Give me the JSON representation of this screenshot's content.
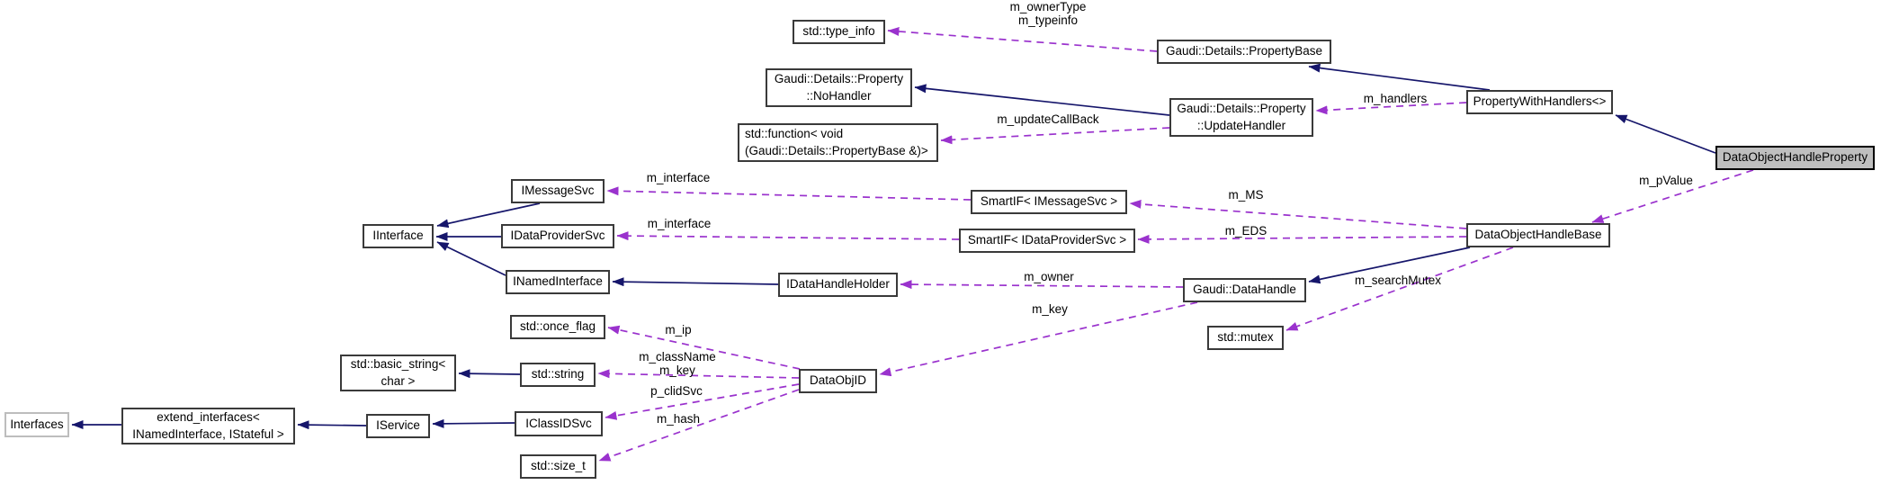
{
  "diagram": {
    "type": "doxygen-collaboration-graph",
    "current_class": "DataObjectHandleProperty",
    "colors": {
      "inheritance": "#16166b",
      "usage": "#9a32cd",
      "node-border": "#3a3a3a",
      "current-fill": "#bfbfbf",
      "truncated-border": "#bdbdbd",
      "background": "#ffffff",
      "text": "#000000"
    },
    "nodes": [
      {
        "label": "std::type_info",
        "kind": "external"
      },
      {
        "label": "Gaudi::Details::PropertyBase",
        "kind": "class"
      },
      {
        "label": "Gaudi::Details::Property\n::NoHandler",
        "kind": "class"
      },
      {
        "label": "PropertyWithHandlers<>",
        "kind": "class"
      },
      {
        "label": "Gaudi::Details::Property\n::UpdateHandler",
        "kind": "class"
      },
      {
        "label": "std::function< void\n(Gaudi::Details::PropertyBase &)>",
        "kind": "external"
      },
      {
        "label": "DataObjectHandleProperty",
        "kind": "current"
      },
      {
        "label": "IMessageSvc",
        "kind": "class"
      },
      {
        "label": "SmartIF< IMessageSvc >",
        "kind": "class"
      },
      {
        "label": "IInterface",
        "kind": "class"
      },
      {
        "label": "IDataProviderSvc",
        "kind": "class"
      },
      {
        "label": "SmartIF< IDataProviderSvc >",
        "kind": "class"
      },
      {
        "label": "DataObjectHandleBase",
        "kind": "class"
      },
      {
        "label": "INamedInterface",
        "kind": "class"
      },
      {
        "label": "IDataHandleHolder",
        "kind": "class"
      },
      {
        "label": "Gaudi::DataHandle",
        "kind": "class"
      },
      {
        "label": "std::mutex",
        "kind": "external"
      },
      {
        "label": "std::once_flag",
        "kind": "external"
      },
      {
        "label": "std::basic_string<\nchar >",
        "kind": "external"
      },
      {
        "label": "std::string",
        "kind": "external"
      },
      {
        "label": "DataObjID",
        "kind": "class"
      },
      {
        "label": "Interfaces",
        "kind": "truncated"
      },
      {
        "label": "extend_interfaces<\nINamedInterface, IStateful >",
        "kind": "class"
      },
      {
        "label": "IService",
        "kind": "class"
      },
      {
        "label": "IClassIDSvc",
        "kind": "class"
      },
      {
        "label": "std::size_t",
        "kind": "external"
      }
    ],
    "edges": [
      {
        "from": "Gaudi::Details::PropertyBase",
        "to": "std::type_info",
        "type": "usage",
        "label": "m_ownerType\nm_typeinfo"
      },
      {
        "from": "PropertyWithHandlers<>",
        "to": "Gaudi::Details::Property::UpdateHandler",
        "type": "usage",
        "label": "m_handlers"
      },
      {
        "from": "Gaudi::Details::Property::UpdateHandler",
        "to": "std::function< void(Gaudi::Details::PropertyBase &)>",
        "type": "usage",
        "label": "m_updateCallBack"
      },
      {
        "from": "SmartIF< IMessageSvc >",
        "to": "IMessageSvc",
        "type": "usage",
        "label": "m_interface"
      },
      {
        "from": "SmartIF< IDataProviderSvc >",
        "to": "IDataProviderSvc",
        "type": "usage",
        "label": "m_interface"
      },
      {
        "from": "DataObjectHandleBase",
        "to": "SmartIF< IMessageSvc >",
        "type": "usage",
        "label": "m_MS"
      },
      {
        "from": "DataObjectHandleBase",
        "to": "SmartIF< IDataProviderSvc >",
        "type": "usage",
        "label": "m_EDS"
      },
      {
        "from": "DataObjectHandleProperty",
        "to": "DataObjectHandleBase",
        "type": "usage",
        "label": "m_pValue"
      },
      {
        "from": "DataObjectHandleBase",
        "to": "std::mutex",
        "type": "usage",
        "label": "m_searchMutex"
      },
      {
        "from": "Gaudi::DataHandle",
        "to": "IDataHandleHolder",
        "type": "usage",
        "label": "m_owner"
      },
      {
        "from": "Gaudi::DataHandle",
        "to": "DataObjID",
        "type": "usage",
        "label": "m_key"
      },
      {
        "from": "DataObjID",
        "to": "std::once_flag",
        "type": "usage",
        "label": "m_ip"
      },
      {
        "from": "DataObjID",
        "to": "std::string",
        "type": "usage",
        "label": "m_className\nm_key"
      },
      {
        "from": "DataObjID",
        "to": "IClassIDSvc",
        "type": "usage",
        "label": "p_clidSvc"
      },
      {
        "from": "DataObjID",
        "to": "std::size_t",
        "type": "usage",
        "label": "m_hash"
      },
      {
        "from": "PropertyWithHandlers<>",
        "to": "Gaudi::Details::PropertyBase",
        "type": "inheritance",
        "label": ""
      },
      {
        "from": "DataObjectHandleProperty",
        "to": "PropertyWithHandlers<>",
        "type": "inheritance",
        "label": ""
      },
      {
        "from": "Gaudi::Details::Property::UpdateHandler",
        "to": "Gaudi::Details::Property::NoHandler",
        "type": "inheritance",
        "label": ""
      },
      {
        "from": "IMessageSvc",
        "to": "IInterface",
        "type": "inheritance",
        "label": ""
      },
      {
        "from": "IDataProviderSvc",
        "to": "IInterface",
        "type": "inheritance",
        "label": ""
      },
      {
        "from": "INamedInterface",
        "to": "IInterface",
        "type": "inheritance",
        "label": ""
      },
      {
        "from": "IDataHandleHolder",
        "to": "INamedInterface",
        "type": "inheritance",
        "label": ""
      },
      {
        "from": "DataObjectHandleBase",
        "to": "Gaudi::DataHandle",
        "type": "inheritance",
        "label": ""
      },
      {
        "from": "extend_interfaces< INamedInterface, IStateful >",
        "to": "Interfaces",
        "type": "inheritance",
        "label": ""
      },
      {
        "from": "IService",
        "to": "extend_interfaces< INamedInterface, IStateful >",
        "type": "inheritance",
        "label": ""
      },
      {
        "from": "IClassIDSvc",
        "to": "IService",
        "type": "inheritance",
        "label": ""
      },
      {
        "from": "std::string",
        "to": "std::basic_string< char >",
        "type": "inheritance",
        "label": ""
      }
    ]
  }
}
